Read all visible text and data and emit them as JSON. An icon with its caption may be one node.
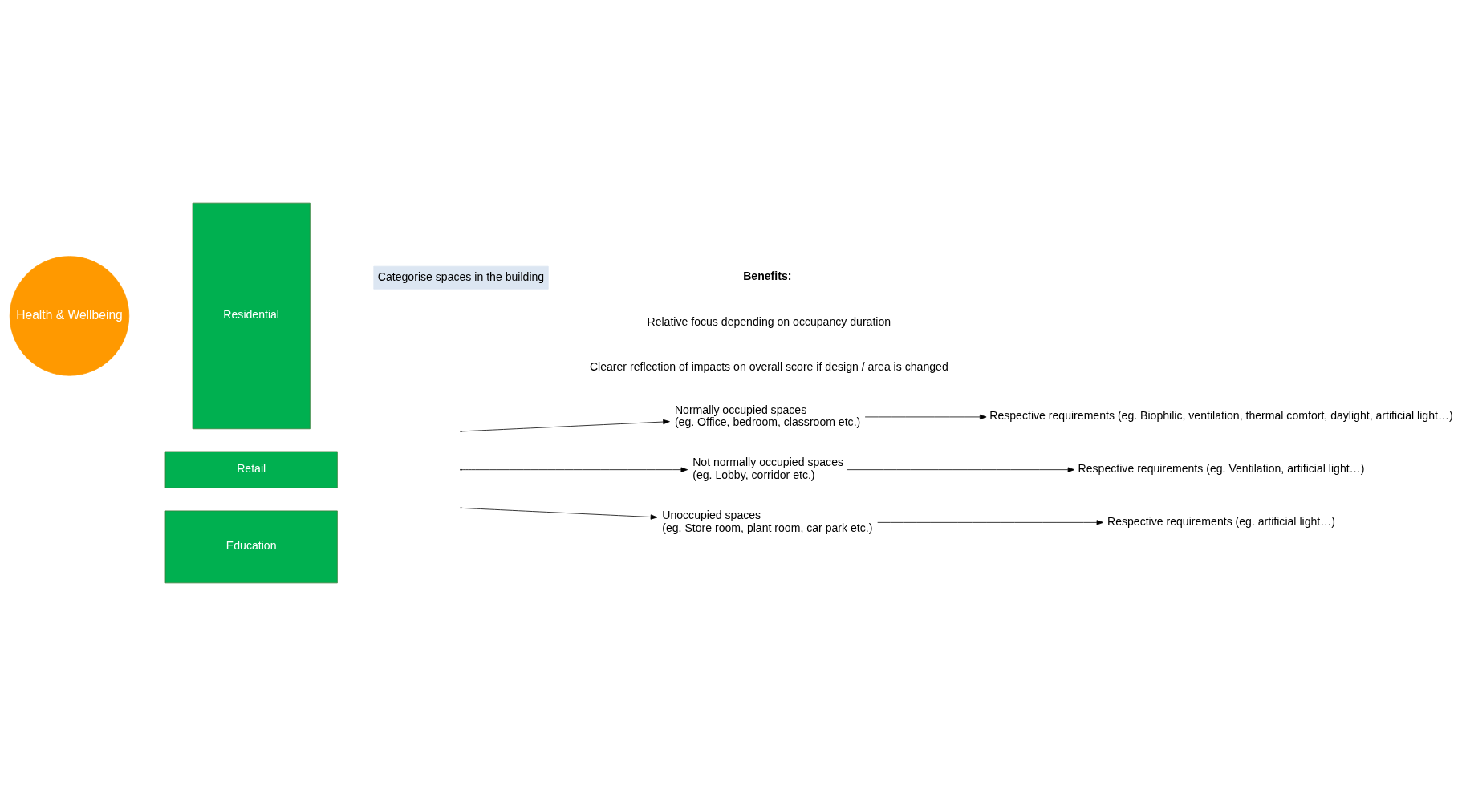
{
  "diagram": {
    "nodes": [
      {
        "text": [
          "Health & Wellbeing"
        ]
      },
      {
        "text": [
          "Residential"
        ]
      },
      {
        "text": [
          "Retail"
        ]
      },
      {
        "text": [
          "Education"
        ]
      },
      {
        "text": [
          "Categorise spaces in the building"
        ]
      },
      {
        "text": [
          "Normally occupied spaces",
          "(eg. Office, bedroom, classroom etc.)"
        ]
      },
      {
        "text": [
          "Not normally occupied spaces",
          "(eg. Lobby, corridor etc.)"
        ]
      },
      {
        "text": [
          "Unoccupied spaces",
          "(eg. Store room, plant room, car park etc.)"
        ]
      },
      {
        "text": [
          "Respective requirements (eg. Biophilic, ventilation, thermal comfort, daylight, artificial light…)"
        ]
      },
      {
        "text": [
          "Respective requirements (eg. Ventilation, artificial light…)"
        ]
      },
      {
        "text": [
          "Respective requirements (eg. artificial light…)"
        ]
      }
    ],
    "edges": [
      {
        "from": null,
        "to": 5,
        "arrow": "to"
      },
      {
        "from": null,
        "to": 6,
        "arrow": "to"
      },
      {
        "from": null,
        "to": 7,
        "arrow": "to"
      },
      {
        "from": 5,
        "to": 8,
        "arrow": "to"
      },
      {
        "from": 6,
        "to": 9,
        "arrow": "to"
      },
      {
        "from": 7,
        "to": 10,
        "arrow": "to"
      }
    ],
    "labels": [
      "Benefits:",
      "Relative focus depending on occupancy duration",
      "Clearer reflection of impacts on overall score if design / area is changed"
    ]
  }
}
